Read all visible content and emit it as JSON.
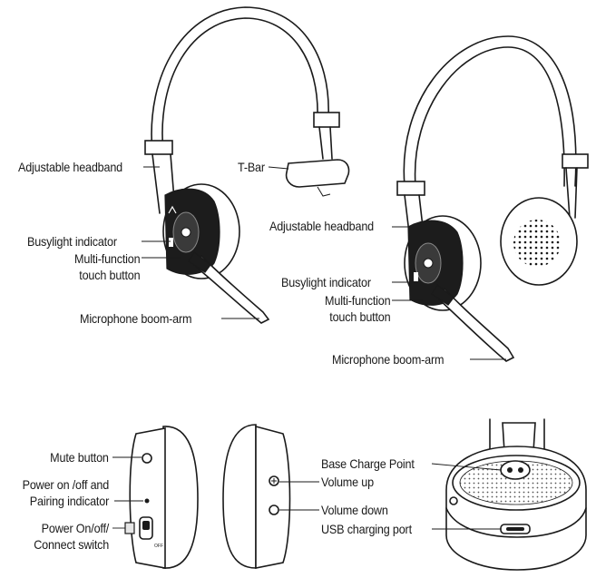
{
  "labels": {
    "adjustable_headband_left": "Adjustable headband",
    "t_bar": "T-Bar",
    "busylight_left": "Busylight indicator",
    "multifunction_left_1": "Multi-function",
    "multifunction_left_2": "touch button",
    "mic_boom_left": "Microphone boom-arm",
    "adjustable_headband_right": "Adjustable headband",
    "busylight_right": "Busylight indicator",
    "multifunction_right_1": "Multi-function",
    "multifunction_right_2": "touch button",
    "mic_boom_right": "Microphone boom-arm",
    "mute_button": "Mute button",
    "power_pairing_1": "Power on /off and",
    "power_pairing_2": "Pairing indicator",
    "power_switch_1": "Power On/off/",
    "power_switch_2": "Connect switch",
    "base_charge_point": "Base Charge Point",
    "volume_up": "Volume up",
    "volume_down": "Volume down",
    "usb_port": "USB charging port"
  },
  "colors": {
    "line": "#1a1a1a",
    "earcup_dark": "#1c1c1c",
    "background": "#ffffff"
  },
  "icons": {
    "switch_off_text": "OFF"
  }
}
